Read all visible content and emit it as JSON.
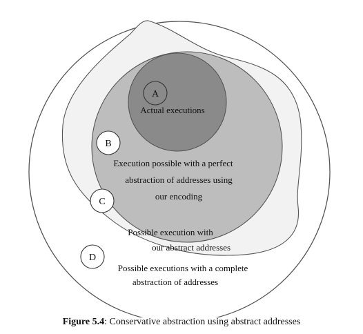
{
  "diagram": {
    "regions": {
      "a": {
        "marker": "A",
        "lines": [
          "Actual executions"
        ]
      },
      "b": {
        "marker": "B",
        "lines": [
          "Execution possible with a perfect",
          "abstraction of addresses using",
          "our encoding"
        ]
      },
      "c": {
        "marker": "C",
        "lines": [
          "Possible execution with",
          "our abstract addresses"
        ]
      },
      "d": {
        "marker": "D",
        "lines": [
          "Possible executions with a complete",
          "abstraction of addresses"
        ]
      }
    }
  },
  "caption": {
    "label": "Figure 5.4",
    "text": ": Conservative abstraction using abstract addresses"
  },
  "colors": {
    "outer_fill": "#ffffff",
    "blob_fill": "#f2f2f2",
    "middle_fill": "#bdbdbd",
    "inner_fill": "#8a8a8a",
    "stroke": "#555555"
  }
}
